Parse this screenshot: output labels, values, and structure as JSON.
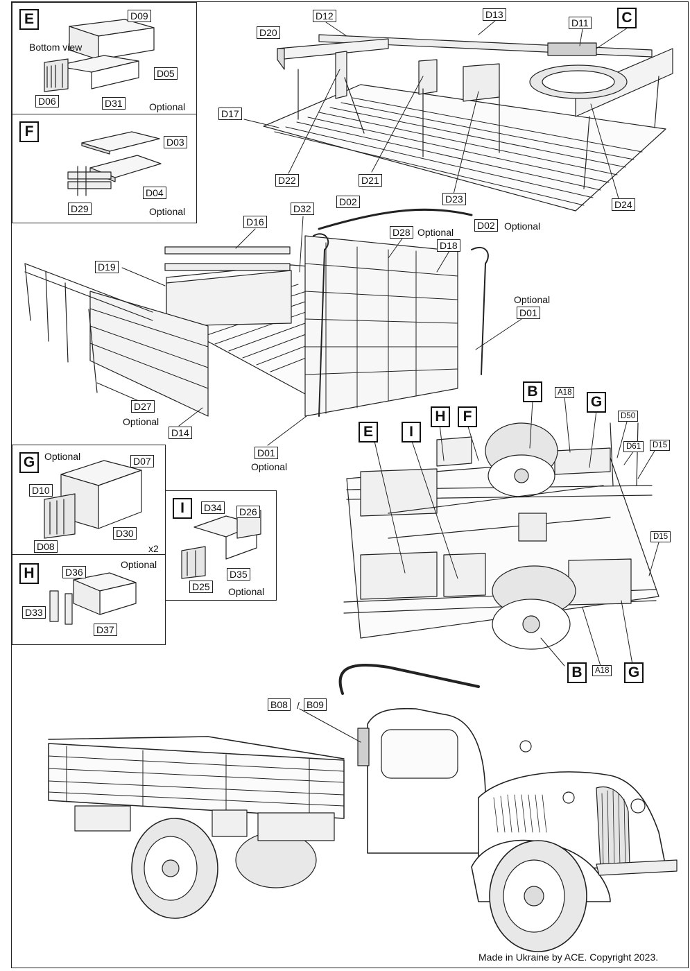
{
  "panels": {
    "E": {
      "letter": "E",
      "note": "Bottom view",
      "optional": "Optional",
      "parts": {
        "p1": "D09",
        "p2": "D05",
        "p3": "D06",
        "p4": "D31"
      }
    },
    "F": {
      "letter": "F",
      "optional": "Optional",
      "parts": {
        "p1": "D03",
        "p2": "D04",
        "p3": "D29"
      }
    },
    "G": {
      "letter": "G",
      "optional": "Optional",
      "qty": "x2",
      "parts": {
        "p1": "D07",
        "p2": "D10",
        "p3": "D30",
        "p4": "D08"
      }
    },
    "H": {
      "letter": "H",
      "optional": "Optional",
      "parts": {
        "p1": "D36",
        "p2": "D33",
        "p3": "D37"
      }
    },
    "I": {
      "letter": "I",
      "optional": "Optional",
      "parts": {
        "p1": "D34",
        "p2": "D26",
        "p3": "D35",
        "p4": "D25"
      }
    }
  },
  "top_bed": {
    "callout": "C",
    "parts": {
      "d12": "D12",
      "d13": "D13",
      "d11": "D11",
      "d20": "D20",
      "d17": "D17",
      "d22": "D22",
      "d21": "D21",
      "d23": "D23",
      "d24": "D24",
      "d02": "D02"
    }
  },
  "middle_bed": {
    "optional": "Optional",
    "parts": {
      "d32": "D32",
      "d16": "D16",
      "d19": "D19",
      "d28": "D28",
      "d18": "D18",
      "d02": "D02",
      "d01a": "D01",
      "d27": "D27",
      "d14": "D14",
      "d01b": "D01"
    }
  },
  "chassis": {
    "callouts": {
      "b1": "B",
      "b2": "B",
      "g1": "G",
      "g2": "G",
      "h": "H",
      "f": "F",
      "e": "E",
      "i": "I"
    },
    "parts": {
      "a18a": "A18",
      "a18b": "A18",
      "d50": "D50",
      "d61": "D61",
      "d15a": "D15",
      "d15b": "D15"
    }
  },
  "truck": {
    "parts": {
      "b08": "B08",
      "sep": "/",
      "b09": "B09"
    }
  },
  "footer": "Made in Ukraine by ACE. Copyright 2023.",
  "colors": {
    "line": "#222222",
    "paper": "#ffffff",
    "fill": "#f4f4f4"
  }
}
